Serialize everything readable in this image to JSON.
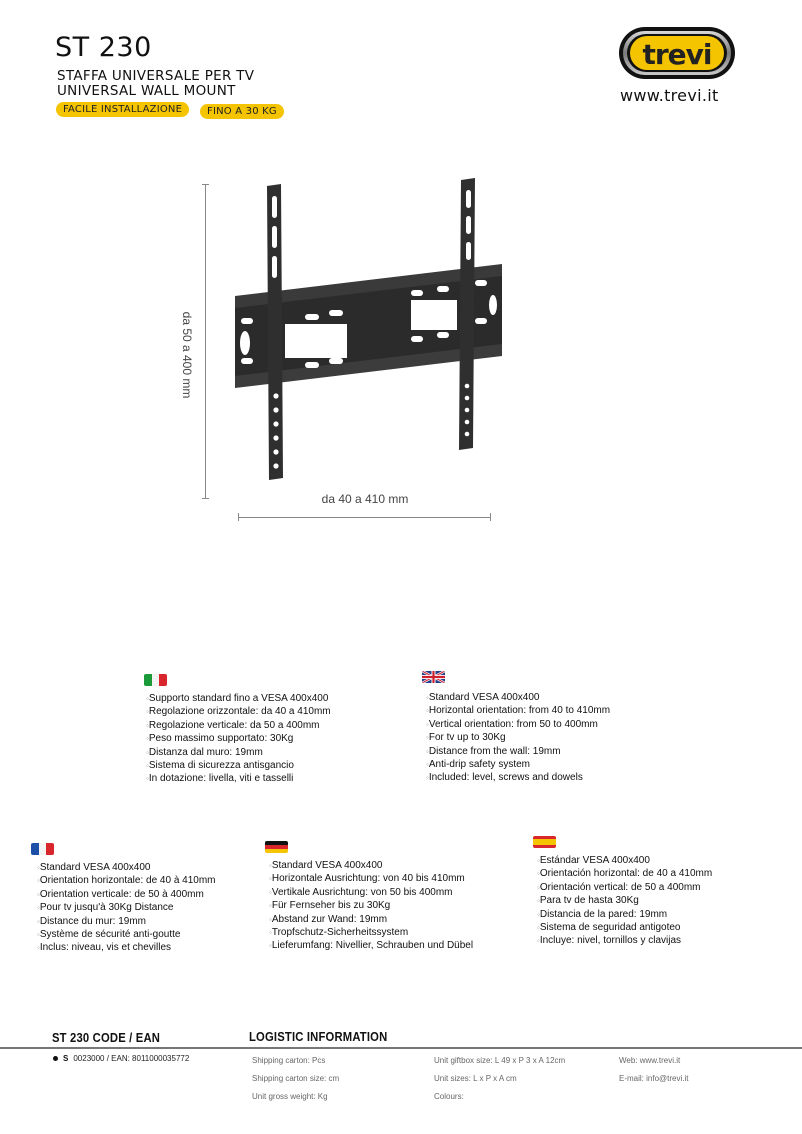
{
  "header": {
    "model": "ST 230",
    "subtitle_it": "STAFFA UNIVERSALE PER TV",
    "subtitle_en": "UNIVERSAL WALL MOUNT",
    "badges": [
      "FACILE INSTALLAZIONE",
      "FINO A 30 KG"
    ],
    "badge_color": "#f5c400"
  },
  "brand": {
    "logo_text": "trevi",
    "website": "www.trevi.it"
  },
  "product_image": {
    "icon": "tv-wall-mount-bracket",
    "vertical_dimension": "da 50 a 400 mm",
    "horizontal_dimension": "da 40 a 410 mm"
  },
  "specs": {
    "it": {
      "flag": "italy-flag-icon",
      "items": [
        "Supporto standard fino a VESA 400x400",
        "Regolazione orizzontale: da 40 a 410mm",
        "Regolazione verticale: da 50 a 400mm",
        "Peso massimo supportato: 30Kg",
        "Distanza dal muro: 19mm",
        "Sistema di sicurezza antisgancio",
        "In dotazione: livella, viti e tasselli"
      ]
    },
    "en": {
      "flag": "uk-flag-icon",
      "items": [
        "Standard VESA 400x400",
        "Horizontal orientation: from 40 to 410mm",
        "Vertical orientation: from 50 to 400mm",
        "For tv up to 30Kg",
        "Distance from the wall: 19mm",
        "Anti-drip safety system",
        "Included: level, screws and dowels"
      ]
    },
    "fr": {
      "flag": "france-flag-icon",
      "items": [
        "Standard VESA 400x400",
        "Orientation horizontale: de 40 à 410mm",
        "Orientation verticale: de 50 à 400mm",
        "Pour tv jusqu'à 30Kg Distance",
        "Distance du mur: 19mm",
        "Système de sécurité anti-goutte",
        "Inclus: niveau, vis et chevilles"
      ]
    },
    "de": {
      "flag": "germany-flag-icon",
      "items": [
        "Standard VESA 400x400",
        "Horizontale Ausrichtung: von 40 bis 410mm",
        "Vertikale Ausrichtung: von 50 bis 400mm",
        "Für Fernseher bis zu 30Kg",
        "Abstand zur Wand: 19mm",
        "Tropfschutz-Sicherheitssystem",
        "Lieferumfang: Nivellier, Schrauben und Dübel"
      ]
    },
    "es": {
      "flag": "spain-flag-icon",
      "items": [
        "Estándar VESA 400x400",
        "Orientación horizontal: de 40 a 410mm",
        "Orientación vertical: de 50 a 400mm",
        "Para tv de hasta 30Kg",
        "Distancia de la pared: 19mm",
        "Sistema de seguridad antigoteo",
        "Incluye: nivel, tornillos y clavijas"
      ]
    }
  },
  "footer": {
    "code_heading": "ST 230 CODE / EAN",
    "code_prefix": "S",
    "code_value": "0023000 / EAN: 8011000035772",
    "logistic_heading": "LOGISTIC INFORMATION",
    "col1": [
      "Shipping carton: Pcs",
      "Shipping carton size: cm",
      "Unit gross weight: Kg"
    ],
    "col2": [
      "Unit giftbox size: L 49 x P 3 x A 12cm",
      "Unit sizes: L  x P x A cm",
      "Colours:"
    ],
    "col3": [
      "Web: www.trevi.it",
      "E-mail: info@trevi.it"
    ]
  }
}
